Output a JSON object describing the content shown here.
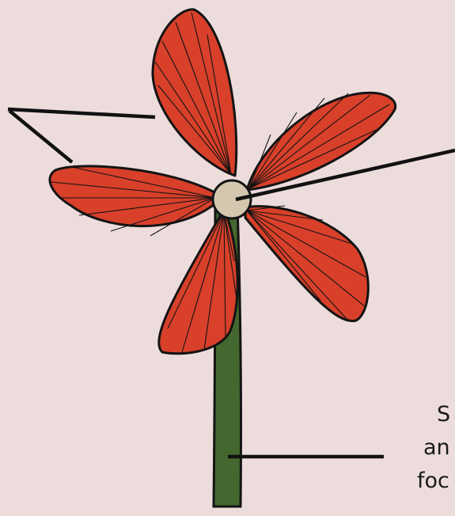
{
  "diagram": {
    "labels": {
      "stem_line_1": "S",
      "stem_line_2": "an",
      "stem_line_3": "foc"
    }
  },
  "colors": {
    "background": "#eddcdc",
    "petal": "#d8402a",
    "stem": "#44672f",
    "center": "#d3c7b0",
    "outline": "#141414"
  }
}
